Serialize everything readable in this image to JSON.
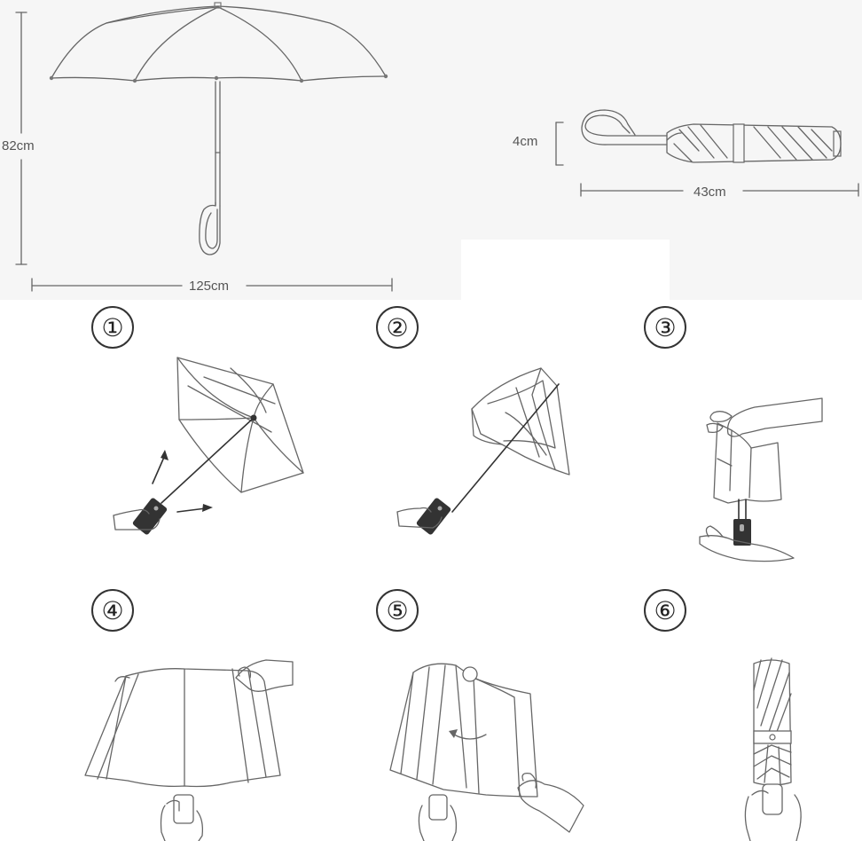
{
  "dimensions": {
    "open_height": "82cm",
    "open_width": "125cm",
    "folded_diameter": "4cm",
    "folded_length": "43cm"
  },
  "steps": [
    {
      "number": "①"
    },
    {
      "number": "②"
    },
    {
      "number": "③"
    },
    {
      "number": "④"
    },
    {
      "number": "⑤"
    },
    {
      "number": "⑥"
    }
  ]
}
